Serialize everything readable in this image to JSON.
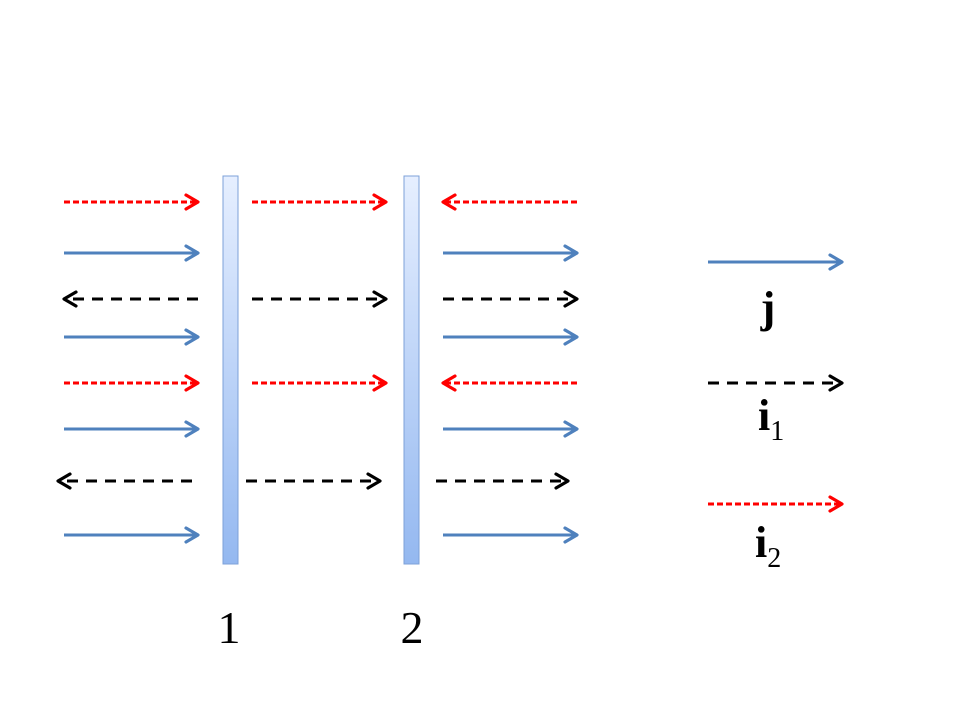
{
  "colors": {
    "j": "#4f81bd",
    "i1": "#000000",
    "i2": "#ff0000",
    "plate_top": "#e6efff",
    "plate_bottom": "#94b8f0",
    "plate_border": "#7da1d8"
  },
  "plates": [
    {
      "label": "1"
    },
    {
      "label": "2"
    }
  ],
  "rows": [
    {
      "type": "i2",
      "segments": [
        "right",
        "right",
        "left"
      ]
    },
    {
      "type": "j",
      "segments": [
        "right",
        "none",
        "right"
      ]
    },
    {
      "type": "i1",
      "segments": [
        "left",
        "right",
        "right"
      ]
    },
    {
      "type": "j",
      "segments": [
        "right",
        "none",
        "right"
      ]
    },
    {
      "type": "i2",
      "segments": [
        "right",
        "right",
        "left"
      ]
    },
    {
      "type": "j",
      "segments": [
        "right",
        "none",
        "right"
      ]
    },
    {
      "type": "i1",
      "segments": [
        "left",
        "right",
        "right"
      ]
    },
    {
      "type": "j",
      "segments": [
        "right",
        "none",
        "right"
      ]
    }
  ],
  "legend": [
    {
      "type": "j",
      "symbol": "j",
      "subscript": ""
    },
    {
      "type": "i1",
      "symbol": "i",
      "subscript": "1"
    },
    {
      "type": "i2",
      "symbol": "i",
      "subscript": "2"
    }
  ]
}
